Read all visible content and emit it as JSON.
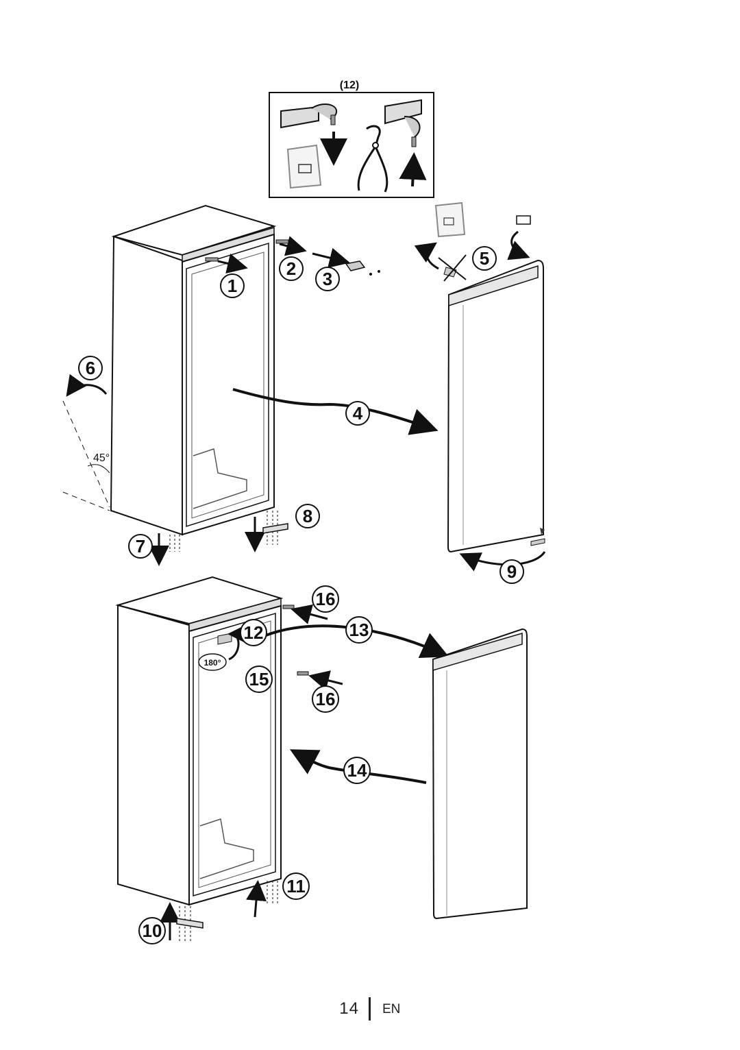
{
  "inset": {
    "label": "(12)"
  },
  "steps": {
    "s1": "1",
    "s2": "2",
    "s3": "3",
    "s4": "4",
    "s5": "5",
    "s6": "6",
    "s7": "7",
    "s8": "8",
    "s9": "9",
    "s10": "10",
    "s11": "11",
    "s12": "12",
    "s13": "13",
    "s14": "14",
    "s15": "15",
    "s16a": "16",
    "s16b": "16"
  },
  "angle_label": "45°",
  "rotation_label": "180°",
  "footer": {
    "page": "14",
    "lang": "EN"
  }
}
